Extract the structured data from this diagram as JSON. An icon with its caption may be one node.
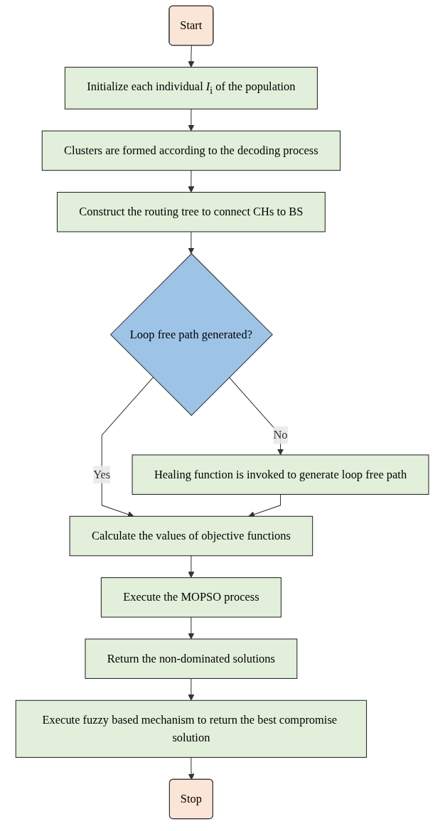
{
  "diagram": {
    "nodes": [
      {
        "text": [
          "Start"
        ]
      },
      {
        "text": [
          "Initialize each individual *I*$_{i}$ of the population"
        ]
      },
      {
        "text": [
          "Clusters are formed according to the decoding process"
        ]
      },
      {
        "text": [
          "Construct the routing tree to connect CHs to BS"
        ]
      },
      {
        "text": [
          "Loop free path generated?"
        ]
      },
      {
        "text": [
          "Healing function is invoked to generate loop free path"
        ]
      },
      {
        "text": [
          "Calculate the values of objective functions"
        ]
      },
      {
        "text": [
          "Execute the MOPSO process"
        ]
      },
      {
        "text": [
          "Return the non-dominated solutions"
        ]
      },
      {
        "text": [
          "Execute fuzzy based mechanism to return the best compromise solution"
        ]
      },
      {
        "text": [
          "Stop"
        ]
      }
    ],
    "edges": [
      {
        "from": 0,
        "to": 1,
        "arrow": "to"
      },
      {
        "from": 1,
        "to": 2,
        "arrow": "to"
      },
      {
        "from": 2,
        "to": 3,
        "arrow": "to"
      },
      {
        "from": 3,
        "to": 4,
        "arrow": "to"
      },
      {
        "from": 4,
        "to": 5,
        "label": "No",
        "arrow": "to"
      },
      {
        "from": 4,
        "to": 6,
        "label": "Yes",
        "arrow": "to"
      },
      {
        "from": 5,
        "to": 6,
        "arrow": "to"
      },
      {
        "from": 6,
        "to": 7,
        "arrow": "to"
      },
      {
        "from": 7,
        "to": 8,
        "arrow": "to"
      },
      {
        "from": 8,
        "to": 9,
        "arrow": "to"
      },
      {
        "from": 9,
        "to": 10,
        "arrow": "to"
      }
    ]
  }
}
